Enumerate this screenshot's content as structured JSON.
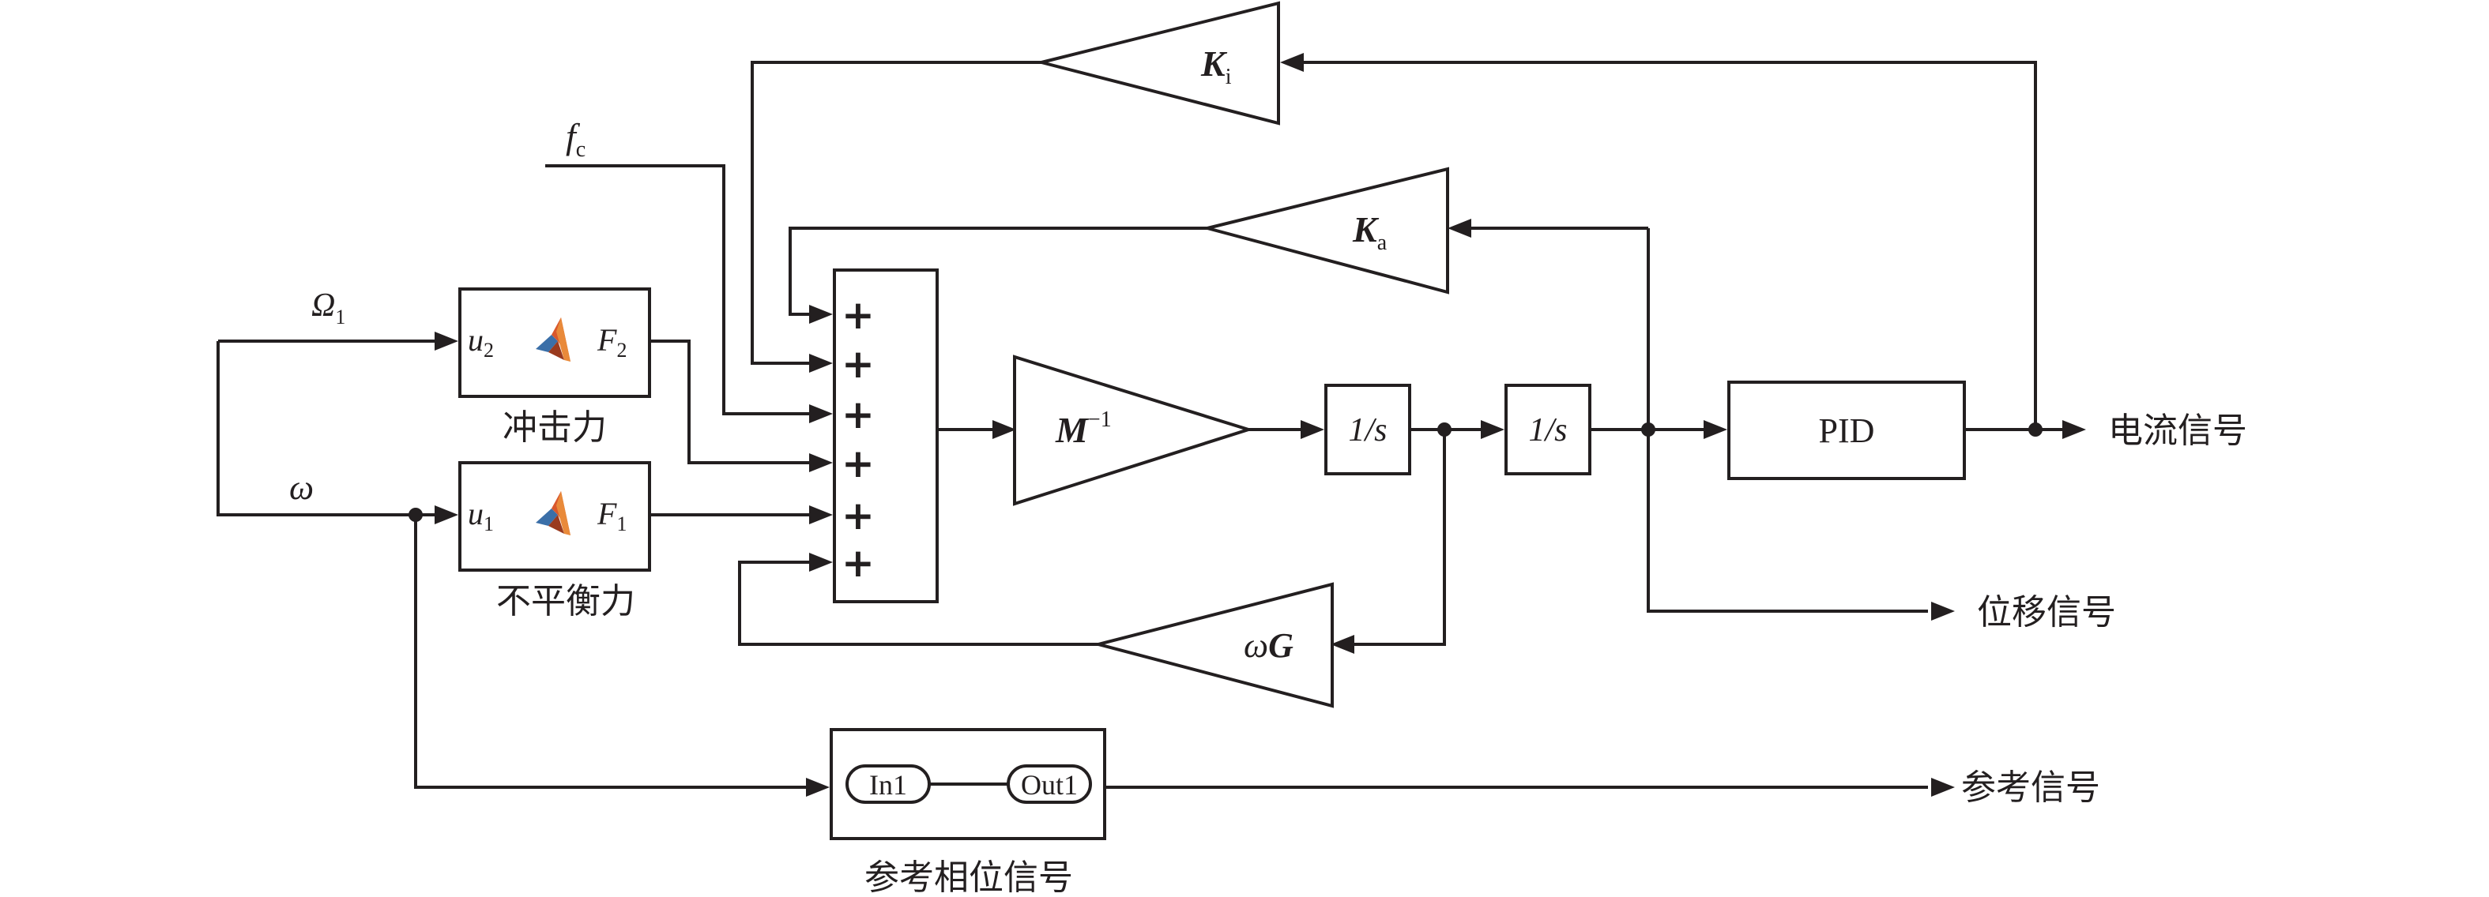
{
  "inputs": {
    "fc_main": "f",
    "fc_sub": "c",
    "omega1_main": "Ω",
    "omega1_sub": "1",
    "omega": "ω"
  },
  "gains": {
    "ki_main": "K",
    "ki_sub": "i",
    "ka_main": "K",
    "ka_sub": "a",
    "minv_main": "M",
    "minv_sup": "−1",
    "wg_omega": "ω",
    "wg_g": "G"
  },
  "matlab_blocks": {
    "impact": {
      "in_main": "u",
      "in_sub": "2",
      "out_main": "F",
      "out_sub": "2",
      "label": "冲击力"
    },
    "unbalance": {
      "in_main": "u",
      "in_sub": "1",
      "out_main": "F",
      "out_sub": "1",
      "label": "不平衡力"
    }
  },
  "sum_block": {
    "signs": [
      "+",
      "+",
      "+",
      "+",
      "+",
      "+"
    ]
  },
  "integrators": {
    "first": "1/s",
    "second": "1/s"
  },
  "controller": {
    "label": "PID"
  },
  "reference_block": {
    "in_port": "In1",
    "out_port": "Out1",
    "label": "参考相位信号"
  },
  "outputs": {
    "current": "电流信号",
    "displacement": "位移信号",
    "reference": "参考信号"
  }
}
